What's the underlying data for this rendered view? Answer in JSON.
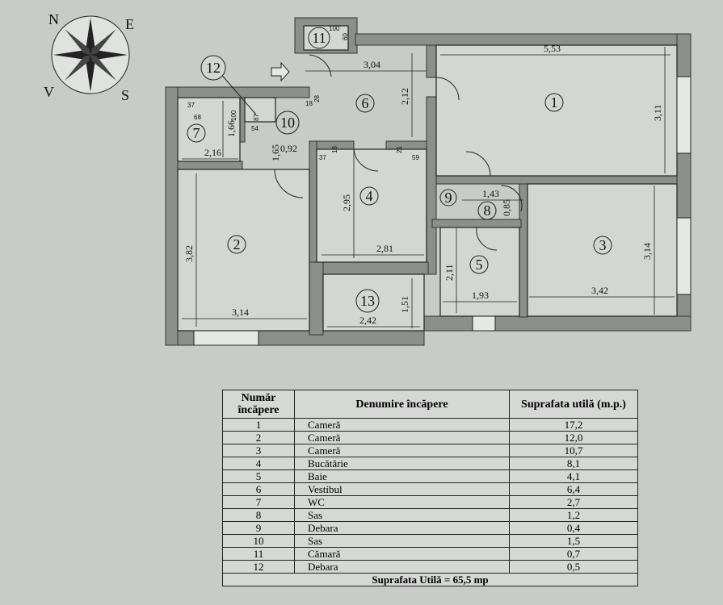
{
  "compass": {
    "n": "N",
    "e": "E",
    "s": "S",
    "v": "V"
  },
  "rooms": [
    {
      "id": "1"
    },
    {
      "id": "2"
    },
    {
      "id": "3"
    },
    {
      "id": "4"
    },
    {
      "id": "5"
    },
    {
      "id": "6"
    },
    {
      "id": "7"
    },
    {
      "id": "8"
    },
    {
      "id": "9"
    },
    {
      "id": "10"
    },
    {
      "id": "11"
    },
    {
      "id": "12"
    },
    {
      "id": "13"
    }
  ],
  "dimensions": {
    "d304": "3,04",
    "d553": "5,53",
    "d212": "2,12",
    "d311": "3,11",
    "d216": "2,16",
    "d166": "1,66",
    "d165": "1,65",
    "d092": "0,92",
    "d295": "2,95",
    "d281": "2,81",
    "d382": "3,82",
    "d314a": "3,14",
    "d151": "1,51",
    "d242": "2,42",
    "d143": "1,43",
    "d085": "0,85",
    "d211": "2,11",
    "d193": "1,93",
    "d314b": "3,14",
    "d342": "3,42"
  },
  "small_marks": {
    "m100": "100",
    "m60": "60",
    "m28": "28",
    "m18": "18",
    "m37": "37",
    "m68": "68",
    "m100b": "100",
    "m87": "87",
    "m54": "54",
    "m18b": "18",
    "m37b": "37",
    "m21": "21",
    "m59": "59"
  },
  "table": {
    "headers": [
      "Număr încăpere",
      "Denumire încăpere",
      "Suprafata utilă (m.p.)"
    ],
    "rows": [
      [
        "1",
        "Cameră",
        "17,2"
      ],
      [
        "2",
        "Cameră",
        "12,0"
      ],
      [
        "3",
        "Cameră",
        "10,7"
      ],
      [
        "4",
        "Bucătărie",
        "8,1"
      ],
      [
        "5",
        "Baie",
        "4,1"
      ],
      [
        "6",
        "Vestibul",
        "6,4"
      ],
      [
        "7",
        "WC",
        "2,7"
      ],
      [
        "8",
        "Sas",
        "1,2"
      ],
      [
        "9",
        "Debara",
        "0,4"
      ],
      [
        "10",
        "Sas",
        "1,5"
      ],
      [
        "11",
        "Cămară",
        "0,7"
      ],
      [
        "12",
        "Debara",
        "0,5"
      ]
    ],
    "total": "Suprafata Utilă = 65,5 mp"
  }
}
